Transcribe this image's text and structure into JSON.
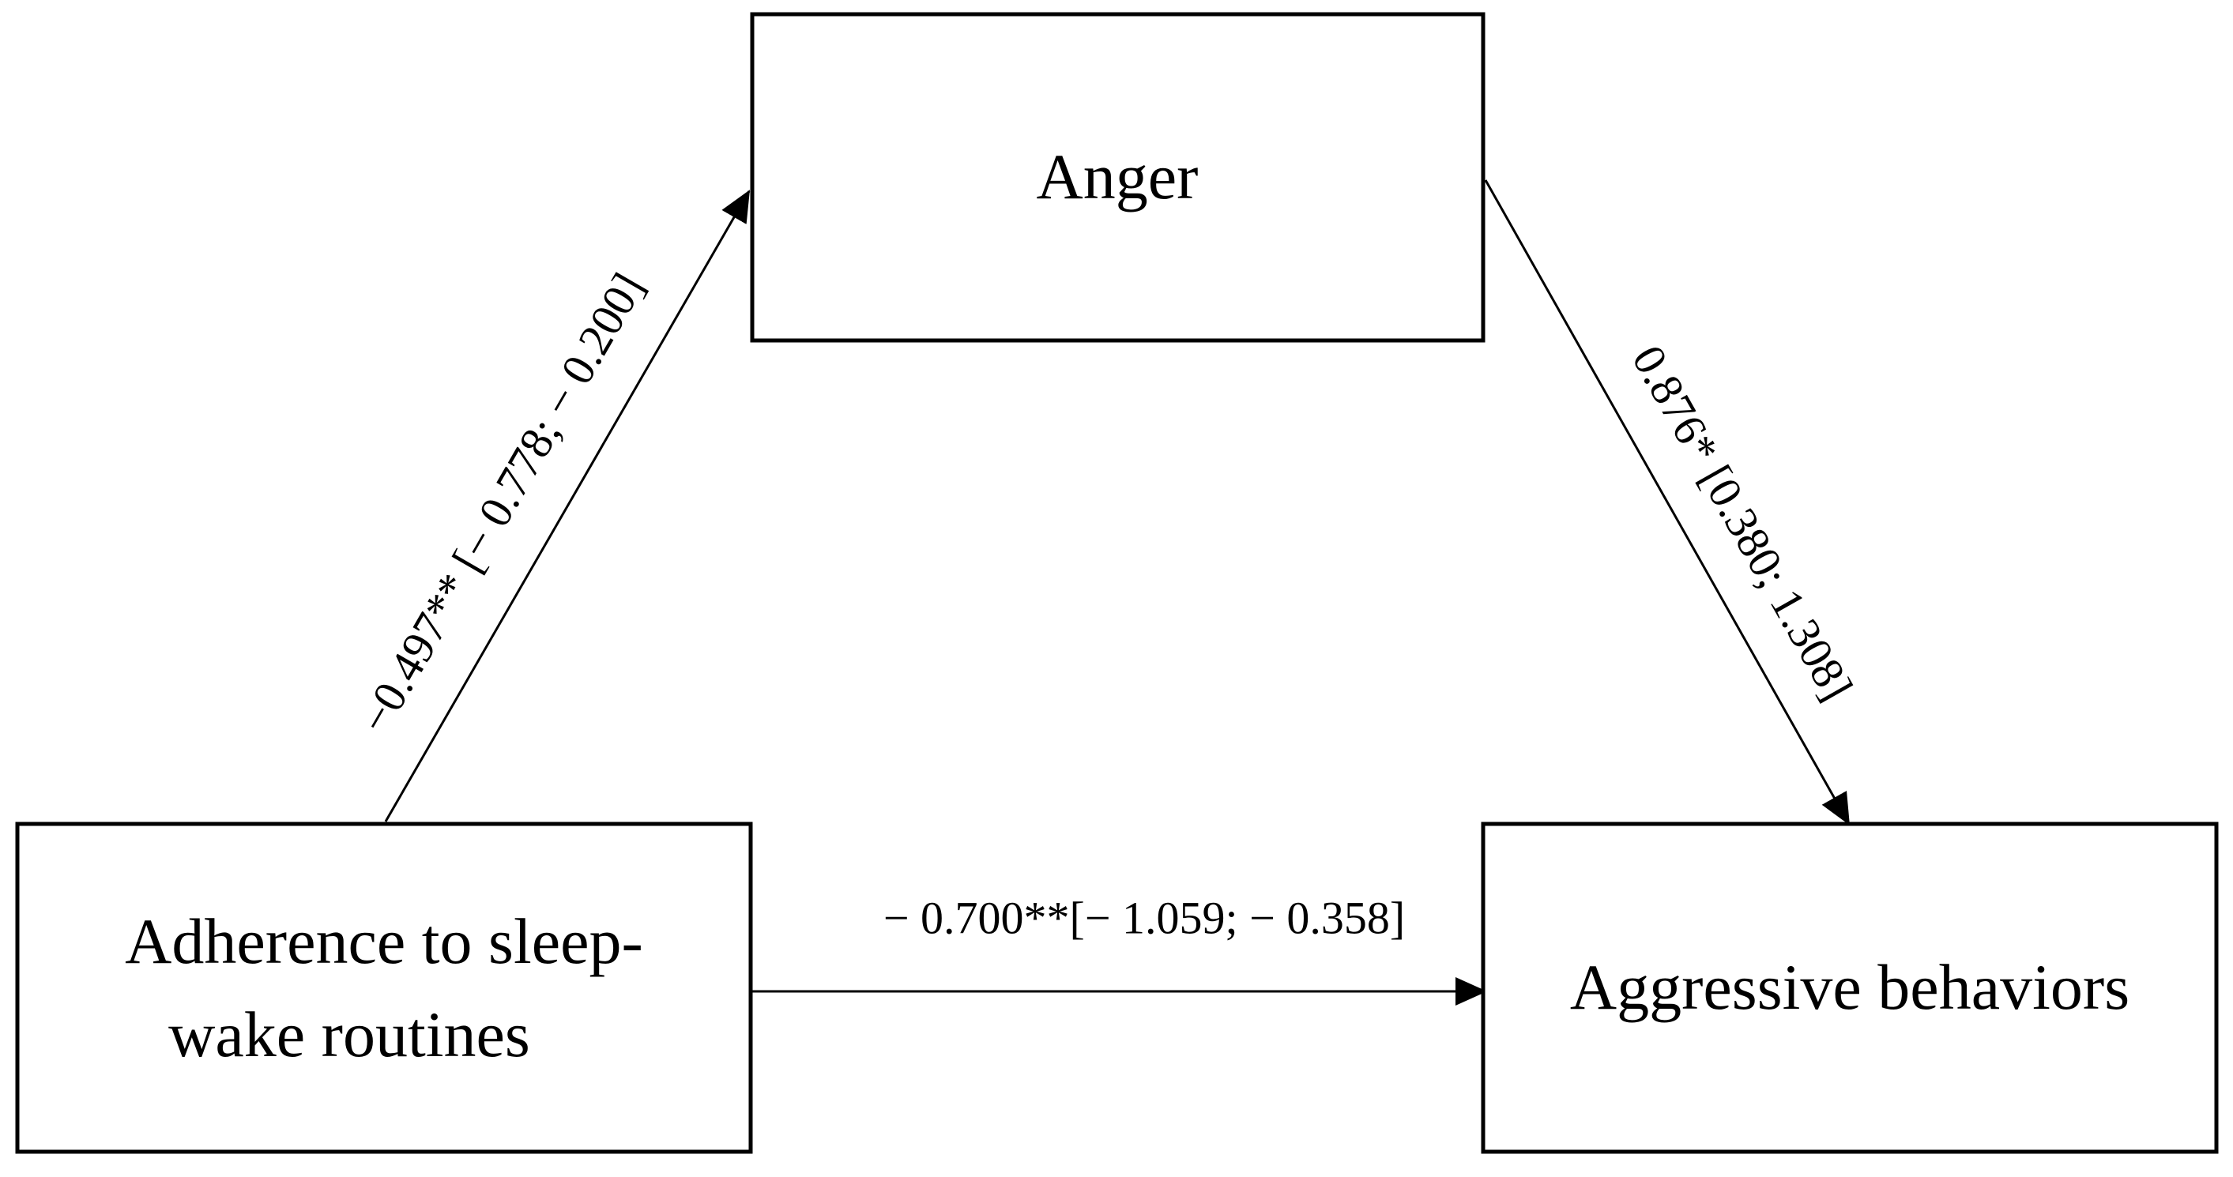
{
  "nodes": {
    "mediator": {
      "label": "Anger"
    },
    "predictor": {
      "line1": "Adherence to sleep-",
      "line2": "wake routines"
    },
    "outcome": {
      "label": "Aggressive behaviors"
    }
  },
  "paths": {
    "a_path": {
      "label": "−0.497** [− 0.778; − 0.200]"
    },
    "b_path": {
      "label": "0.876* [0.380; 1.308]"
    },
    "c_path": {
      "label": "− 0.700**[− 1.059; − 0.358]"
    }
  },
  "colors": {
    "stroke": "#000000",
    "background": "#ffffff"
  }
}
